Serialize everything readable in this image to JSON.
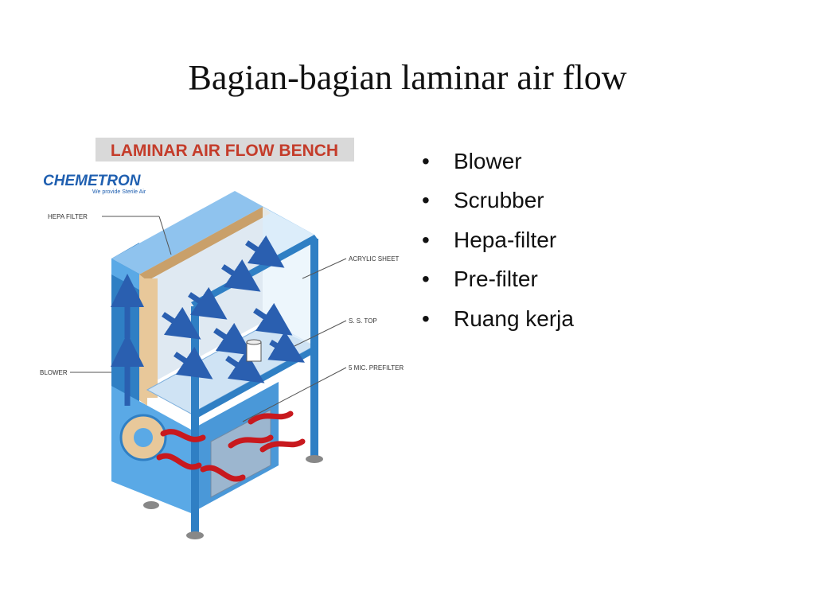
{
  "slide": {
    "title": "Bagian-bagian laminar air flow"
  },
  "figure": {
    "banner": "LAMINAR AIR FLOW BENCH",
    "logo": {
      "name": "CHEMETRON",
      "tagline": "We provide Sterile Air"
    },
    "callouts": {
      "hepa_filter": "HEPA FILTER",
      "acrylic_sheet": "ACRYLIC SHEET",
      "ss_top": "S. S. TOP",
      "prefilter": "5 MIC. PREFILTER",
      "blower": "BLOWER"
    },
    "colors": {
      "cabinet_blue": "#5aa9e6",
      "cabinet_dark": "#2f7fc4",
      "filter_tan": "#e8c89a",
      "flow_arrow": "#2a5fb0",
      "intake_arrow": "#c8191e",
      "banner_bg": "#d9d9d9",
      "banner_text": "#c43c2a"
    }
  },
  "bullets": [
    {
      "text": "Blower",
      "icon": "bullet-dot"
    },
    {
      "text": "Scrubber",
      "icon": "bullet-dot"
    },
    {
      "text": "Hepa-filter",
      "icon": "bullet-dot"
    },
    {
      "text": "Pre-filter",
      "icon": "bullet-dot"
    },
    {
      "text": "Ruang kerja",
      "icon": "bullet-dot"
    }
  ]
}
